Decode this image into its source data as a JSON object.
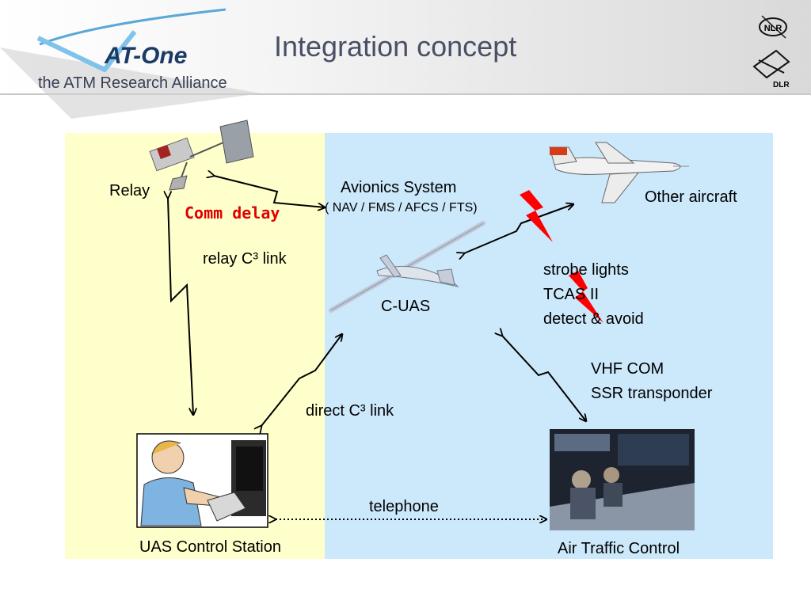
{
  "header": {
    "title": "Integration concept",
    "brand_name": "AT-One",
    "brand_tagline": "the ATM Research Alliance",
    "partner_logos": [
      {
        "name": "NLR",
        "icon": "nlr-logo-icon"
      },
      {
        "name": "DLR",
        "icon": "dlr-logo-icon"
      }
    ]
  },
  "diagram": {
    "regions": [
      {
        "name": "relay-zone",
        "color": "#ffffcc"
      },
      {
        "name": "airspace-zone",
        "color": "#cce8fb"
      }
    ],
    "nodes": {
      "relay": "Relay",
      "other_aircraft": "Other aircraft",
      "avionics_title": "Avionics System",
      "avionics_sub": "( NAV / FMS / AFCS / FTS)",
      "cuas": "C-UAS",
      "uas_station": "UAS Control Station",
      "atc": "Air Traffic Control"
    },
    "links": {
      "comm_delay": "Comm delay",
      "relay_link": "relay C³ link",
      "direct_link": "direct C³ link",
      "telephone": "telephone"
    },
    "aircraft_systems": [
      "strobe lights",
      "TCAS II",
      "detect & avoid"
    ],
    "atc_systems": [
      "VHF COM",
      "SSR transponder"
    ],
    "colors": {
      "comm_delay": "#e00000",
      "lightning": "#ff0000",
      "title": "#4a4f66",
      "brand": "#1b3a66"
    }
  }
}
